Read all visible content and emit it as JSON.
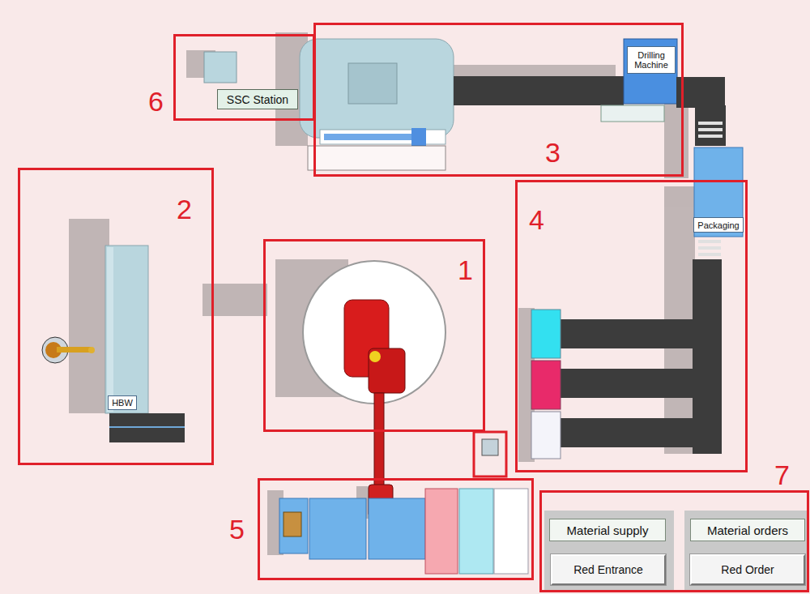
{
  "diagram": {
    "nodes": [
      {
        "text": [
          "6"
        ]
      },
      {
        "text": [
          "SSC Station"
        ],
        "in": 0
      },
      {
        "text": [
          "3"
        ]
      },
      {
        "text": [
          "Drilling Machine"
        ],
        "in": 2
      },
      {
        "text": [
          "2"
        ]
      },
      {
        "text": [
          "HBW"
        ],
        "in": 4
      },
      {
        "text": [
          "1"
        ]
      },
      {
        "text": [
          "4"
        ]
      },
      {
        "text": [
          "Packaging"
        ],
        "in": 7
      },
      {
        "text": [
          "5"
        ]
      },
      {
        "text": [
          "7"
        ]
      },
      {
        "text": [
          "Material supply"
        ],
        "in": 10
      },
      {
        "text": [
          "Red Entrance"
        ],
        "in": 10
      },
      {
        "text": [
          "Material orders"
        ],
        "in": 10
      },
      {
        "text": [
          "Red Order"
        ],
        "in": 10
      }
    ]
  }
}
